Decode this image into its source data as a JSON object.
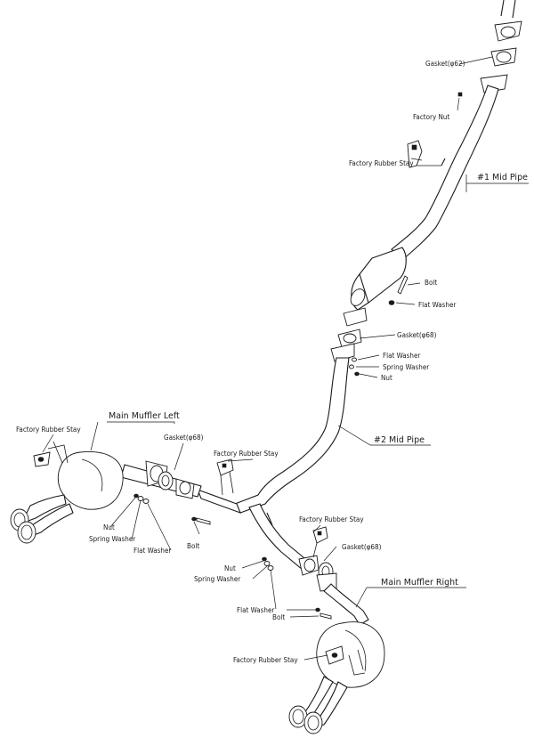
{
  "labels": {
    "gasket_62": "Gasket(φ62)",
    "factory_nut": "Factory Nut",
    "rubber_stay_top": "Factory Rubber Stay",
    "mid_pipe_1": "#1 Mid Pipe",
    "bolt_mid": "Bolt",
    "flat_washer_mid": "Flat Washer",
    "gasket_68_mid": "Gasket(φ68)",
    "flat_washer_mid2": "Flat Washer",
    "spring_washer_mid": "Spring Washer",
    "nut_mid": "Nut",
    "mid_pipe_2": "#2 Mid Pipe",
    "rubber_stay_left": "Factory Rubber Stay",
    "main_muffler_left": "Main Muffler Left",
    "gasket_68_left": "Gasket(φ68)",
    "rubber_stay_center": "Factory Rubber Stay",
    "nut_left": "Nut",
    "spring_washer_left": "Spring Washer",
    "flat_washer_left": "Flat Washer",
    "bolt_left": "Bolt",
    "rubber_stay_right": "Factory Rubber Stay",
    "gasket_68_right": "Gasket(φ68)",
    "nut_right": "Nut",
    "spring_washer_right": "Spring Washer",
    "main_muffler_right": "Main Muffler Right",
    "flat_washer_right": "Flat Washer",
    "bolt_right": "Bolt",
    "rubber_stay_bottom": "Factory Rubber Stay"
  }
}
